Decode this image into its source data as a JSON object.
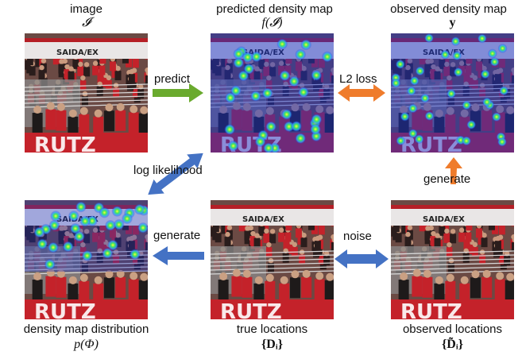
{
  "panels": {
    "image": {
      "title": "image",
      "symbol": "𝓘"
    },
    "predicted": {
      "title": "predicted density map",
      "symbol": "f(𝓘)"
    },
    "observed_map": {
      "title": "observed density map",
      "symbol": "y"
    },
    "distribution": {
      "title": "density map distribution",
      "symbol": "p(Φ)"
    },
    "true_locations": {
      "title": "true locations",
      "symbol": "{Dᵢ}"
    },
    "observed_locations": {
      "title": "observed locations",
      "symbol": "{D̃ᵢ}"
    }
  },
  "edges": {
    "predict": "predict",
    "l2_loss": "L2 loss",
    "log_likelihood": "log likelihood",
    "generate_left": "generate",
    "noise": "noise",
    "generate_up": "generate"
  },
  "banner_text": "SAIDA/EX",
  "colors": {
    "green_arrow": "#6aaa2e",
    "orange_arrow": "#ef7c2c",
    "blue_arrow": "#4472c4",
    "crowd_bg": "#6b4a44",
    "banner_white": "#e9e6e6",
    "jersey_red": "#c4222a",
    "heat_blue": "#1c32c8"
  }
}
